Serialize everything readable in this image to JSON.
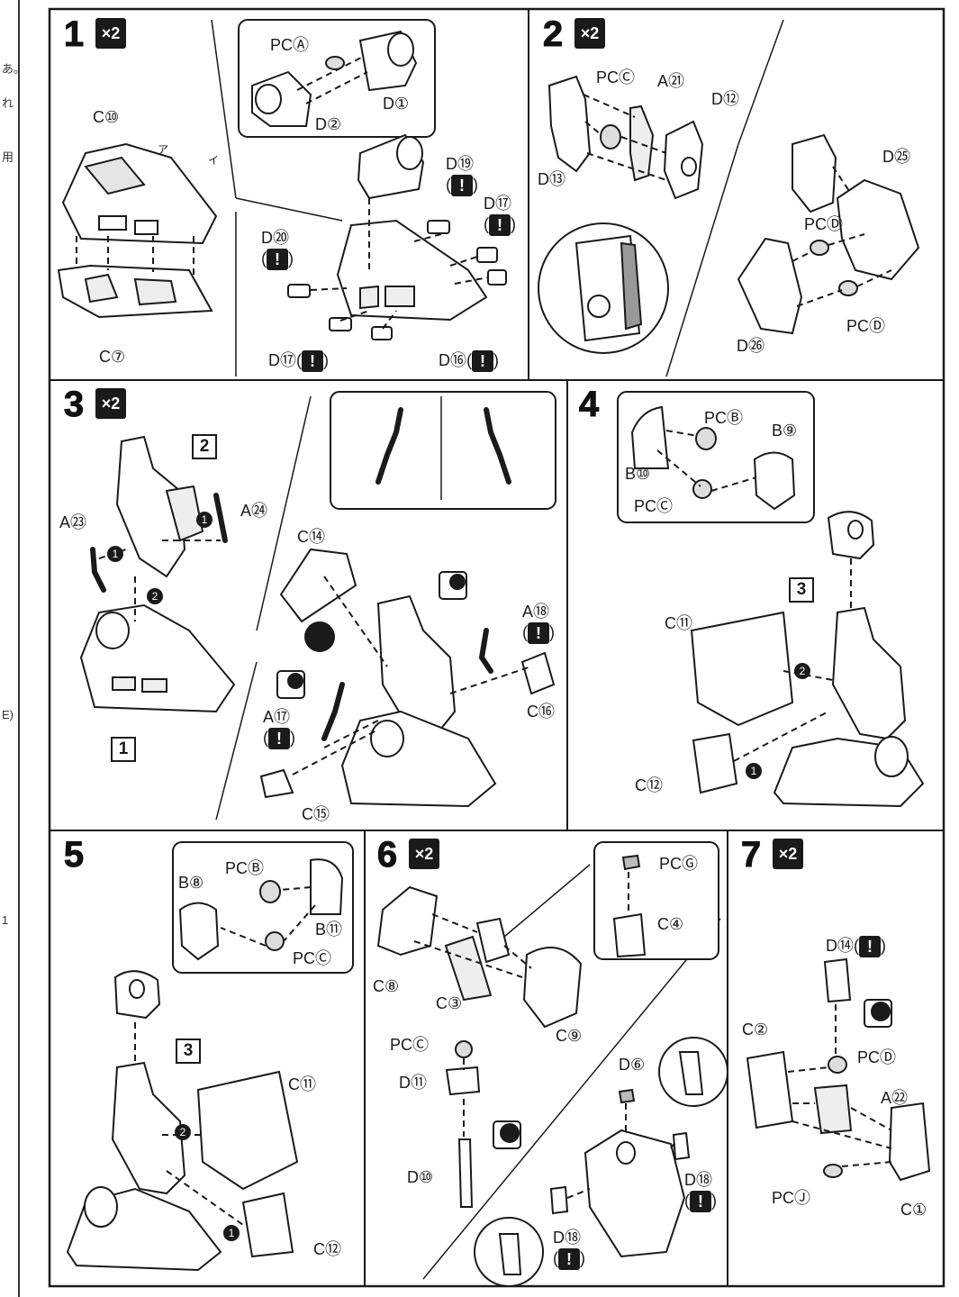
{
  "side_strip": {
    "fragments": [
      "あ。",
      "れ",
      "用",
      "E)",
      "1"
    ]
  },
  "steps": [
    {
      "id": "1",
      "multiplier": "×2",
      "labels": [
        "C⑩",
        "C⑦",
        "PCⒶ",
        "D①",
        "D②",
        "D⑲",
        "D⑰",
        "D⑳",
        "D⑰",
        "D⑯"
      ],
      "small_marks": [
        "ア",
        "イ"
      ]
    },
    {
      "id": "2",
      "multiplier": "×2",
      "labels": [
        "PCⒸ",
        "A㉑",
        "D⑫",
        "D⑬",
        "D㉕",
        "PCⒹ",
        "PCⒹ",
        "D㉖"
      ]
    },
    {
      "id": "3",
      "multiplier": "×2",
      "labels": [
        "A㉓",
        "A㉔",
        "C⑭",
        "A⑱",
        "C⑯",
        "A⑰",
        "C⑮"
      ],
      "ref_boxes": [
        "2",
        "1"
      ],
      "order_marks": [
        "1",
        "1",
        "2"
      ]
    },
    {
      "id": "4",
      "multiplier": "",
      "labels": [
        "PCⒷ",
        "B⑨",
        "B⑩",
        "PCⒸ",
        "C⑪",
        "C⑫"
      ],
      "ref_boxes": [
        "3"
      ],
      "order_marks": [
        "2",
        "1"
      ]
    },
    {
      "id": "5",
      "multiplier": "",
      "labels": [
        "PCⒷ",
        "B⑧",
        "B⑪",
        "PCⒸ",
        "C⑪",
        "C⑫"
      ],
      "ref_boxes": [
        "3"
      ],
      "order_marks": [
        "2",
        "1"
      ]
    },
    {
      "id": "6",
      "multiplier": "×2",
      "labels": [
        "PCⒼ",
        "C④",
        "C⑧",
        "C③",
        "C⑨",
        "PCⒸ",
        "D⑪",
        "D⑩",
        "D⑥",
        "D⑱",
        "D⑱"
      ]
    },
    {
      "id": "7",
      "multiplier": "×2",
      "labels": [
        "D⑭",
        "C②",
        "PCⒹ",
        "A㉒",
        "PCⒿ",
        "C①"
      ]
    }
  ],
  "warning_glyph": "!",
  "colors": {
    "ink": "#1a1a1a",
    "paper": "#ffffff",
    "shade": "#cfcfcf"
  }
}
